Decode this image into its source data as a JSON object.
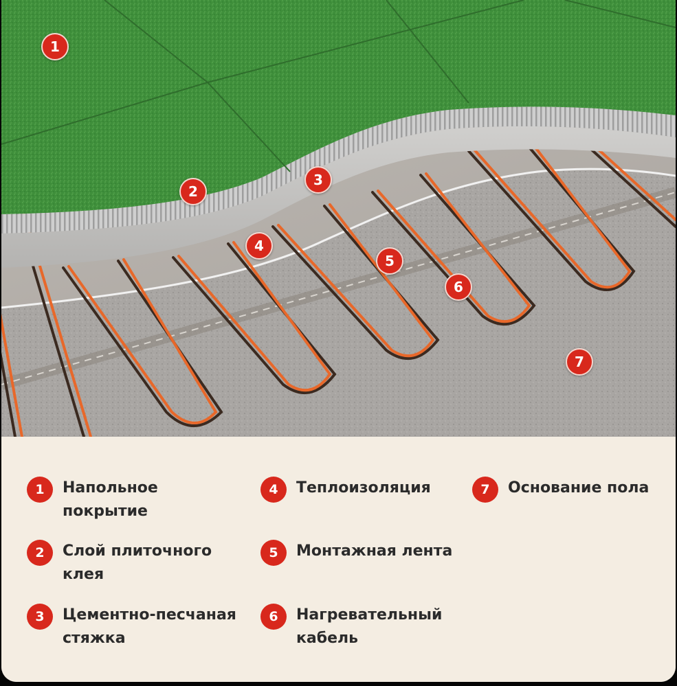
{
  "colors": {
    "accent_red": "#d8281c",
    "grass_green": "#3e8f3a",
    "adhesive_gray": "#c9c9c9",
    "screed_gray": "#bdbcbb",
    "insulation_gray": "#b7b1ab",
    "cable_orange": "#e8682a",
    "legend_background": "#f4ede2"
  },
  "markers": [
    {
      "number": "1",
      "layer": "floor-covering"
    },
    {
      "number": "2",
      "layer": "tile-adhesive"
    },
    {
      "number": "3",
      "layer": "screed"
    },
    {
      "number": "4",
      "layer": "insulation"
    },
    {
      "number": "5",
      "layer": "mounting-tape"
    },
    {
      "number": "6",
      "layer": "heating-cable"
    },
    {
      "number": "7",
      "layer": "floor-base"
    }
  ],
  "legend": [
    {
      "number": "1",
      "label": "Напольное\nпокрытие"
    },
    {
      "number": "2",
      "label": "Слой плиточного\nклея"
    },
    {
      "number": "3",
      "label": "Цементно-песчаная\nстяжка"
    },
    {
      "number": "4",
      "label": "Теплоизоляция"
    },
    {
      "number": "5",
      "label": "Монтажная лента"
    },
    {
      "number": "6",
      "label": "Нагревательный\nкабель"
    },
    {
      "number": "7",
      "label": "Основание пола"
    }
  ]
}
